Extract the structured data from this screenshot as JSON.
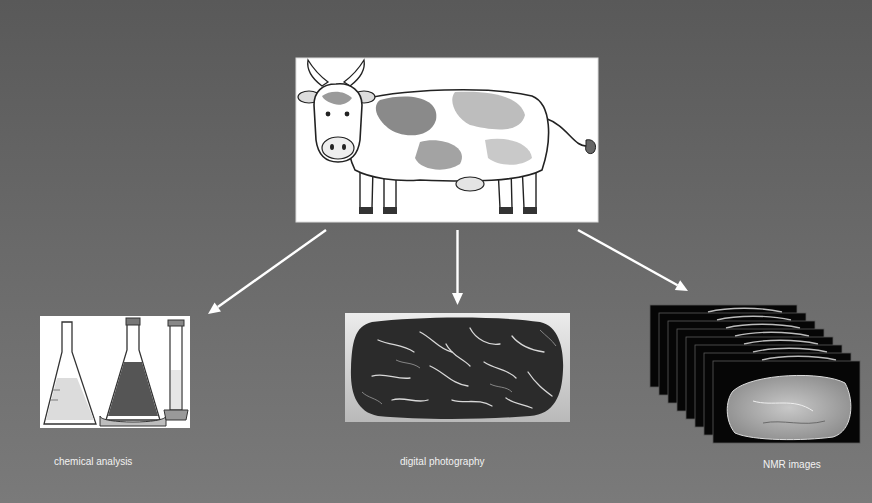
{
  "diagram": {
    "nodes": [
      {
        "text": []
      },
      {
        "text": [
          "chemical analysis"
        ]
      },
      {
        "text": [
          "digital photography"
        ]
      },
      {
        "text": [
          "NMR images"
        ]
      }
    ],
    "edges": [
      {
        "from": 0,
        "to": 1,
        "arrow": "to"
      },
      {
        "from": 0,
        "to": 2,
        "arrow": "to"
      },
      {
        "from": 0,
        "to": 3,
        "arrow": "to"
      }
    ]
  }
}
